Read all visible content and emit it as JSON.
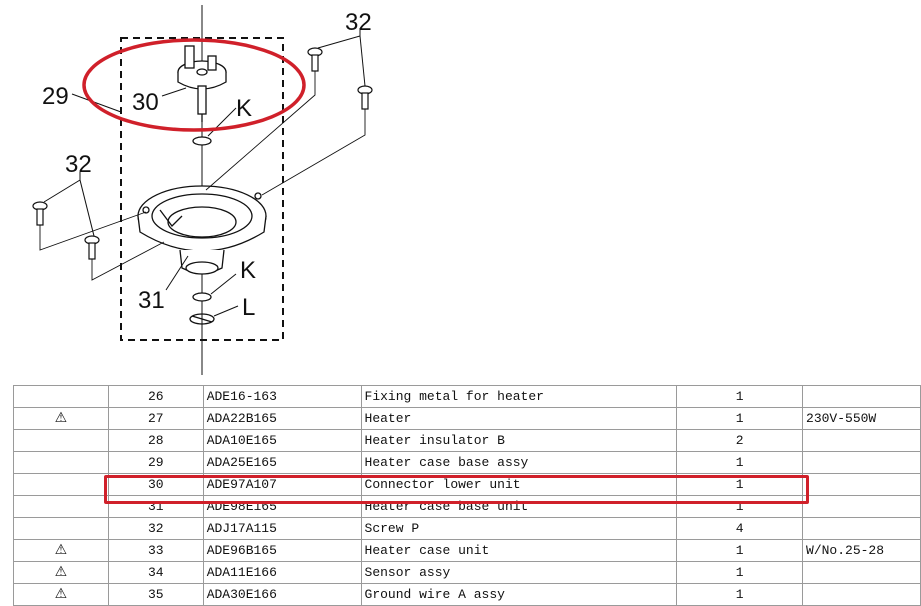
{
  "diagram": {
    "labels": {
      "screw_top": "32",
      "screw_left": "32",
      "part_29": "29",
      "part_30": "30",
      "part_31": "31",
      "gasket_top": "K",
      "gasket_bottom": "K",
      "ring": "L"
    },
    "highlight_color": "#d0202a"
  },
  "table": {
    "warning_icon": "warning-triangle-icon",
    "rows": [
      {
        "warn": "",
        "no": "26",
        "code": "ADE16-163",
        "name": "Fixing metal for heater",
        "qty": "1",
        "remarks": ""
      },
      {
        "warn": "⚠",
        "no": "27",
        "code": "ADA22B165",
        "name": "Heater",
        "qty": "1",
        "remarks": "230V-550W"
      },
      {
        "warn": "",
        "no": "28",
        "code": "ADA10E165",
        "name": "Heater insulator B",
        "qty": "2",
        "remarks": ""
      },
      {
        "warn": "",
        "no": "29",
        "code": "ADA25E165",
        "name": "Heater case base assy",
        "qty": "1",
        "remarks": ""
      },
      {
        "warn": "",
        "no": "30",
        "code": "ADE97A107",
        "name": "Connector lower unit",
        "qty": "1",
        "remarks": ""
      },
      {
        "warn": "",
        "no": "31",
        "code": "ADE98E165",
        "name": "Heater case base unit",
        "qty": "1",
        "remarks": ""
      },
      {
        "warn": "",
        "no": "32",
        "code": "ADJ17A115",
        "name": "Screw P",
        "qty": "4",
        "remarks": ""
      },
      {
        "warn": "⚠",
        "no": "33",
        "code": "ADE96B165",
        "name": "Heater case unit",
        "qty": "1",
        "remarks": "W/No.25-28"
      },
      {
        "warn": "⚠",
        "no": "34",
        "code": "ADA11E166",
        "name": "Sensor assy",
        "qty": "1",
        "remarks": ""
      },
      {
        "warn": "⚠",
        "no": "35",
        "code": "ADA30E166",
        "name": "Ground wire A assy",
        "qty": "1",
        "remarks": ""
      }
    ]
  }
}
